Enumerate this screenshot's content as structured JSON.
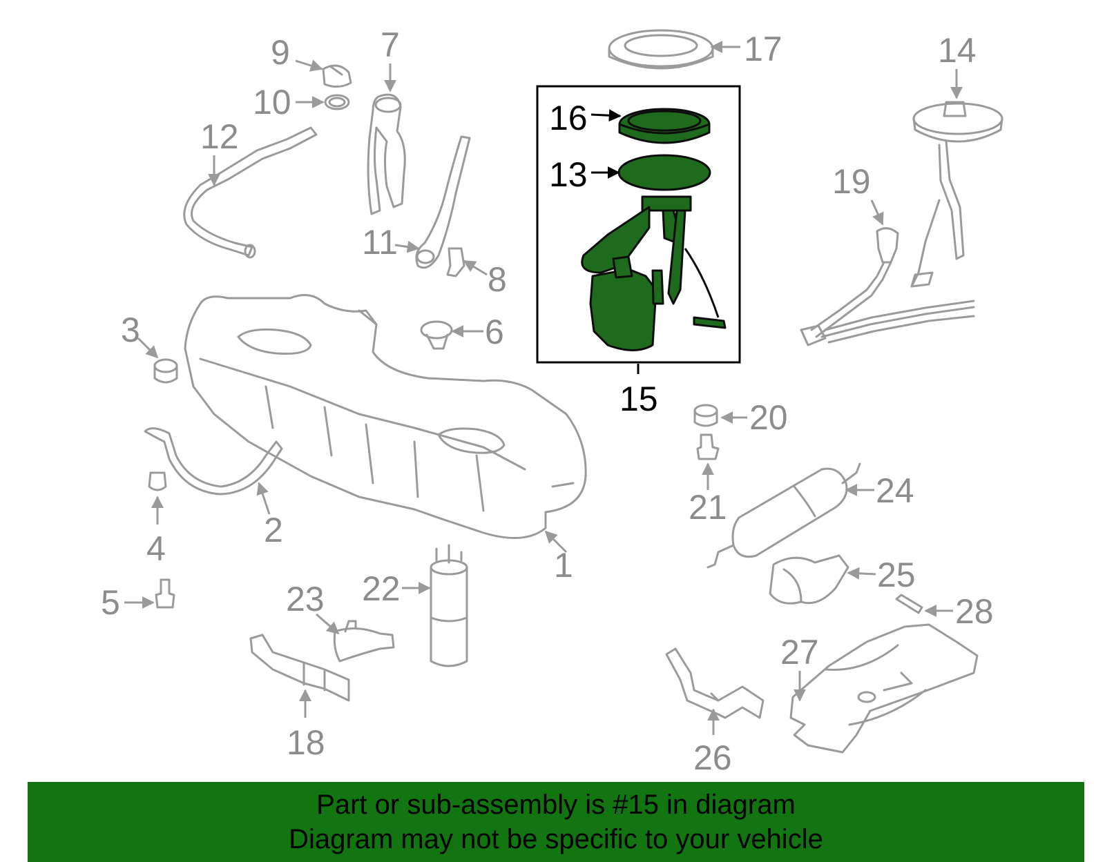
{
  "labels": {
    "p1": "1",
    "p2": "2",
    "p3": "3",
    "p4": "4",
    "p5": "5",
    "p6": "6",
    "p7": "7",
    "p8": "8",
    "p9": "9",
    "p10": "10",
    "p11": "11",
    "p12": "12",
    "p13": "13",
    "p14": "14",
    "p15": "15",
    "p16": "16",
    "p17": "17",
    "p18": "18",
    "p19": "19",
    "p20": "20",
    "p21": "21",
    "p22": "22",
    "p23": "23",
    "p24": "24",
    "p25": "25",
    "p26": "26",
    "p27": "27",
    "p28": "28"
  },
  "highlight": {
    "assembly": "15",
    "color": "#1e6b1e"
  },
  "banner": {
    "line1": "Part or sub-assembly is #15 in diagram",
    "line2": "Diagram may not be specific to your vehicle",
    "color": "#127512"
  },
  "colors": {
    "part_outline": "#9a9a9a",
    "label_gray": "#8c8c8c",
    "highlight_fill": "#1e6b1e"
  }
}
